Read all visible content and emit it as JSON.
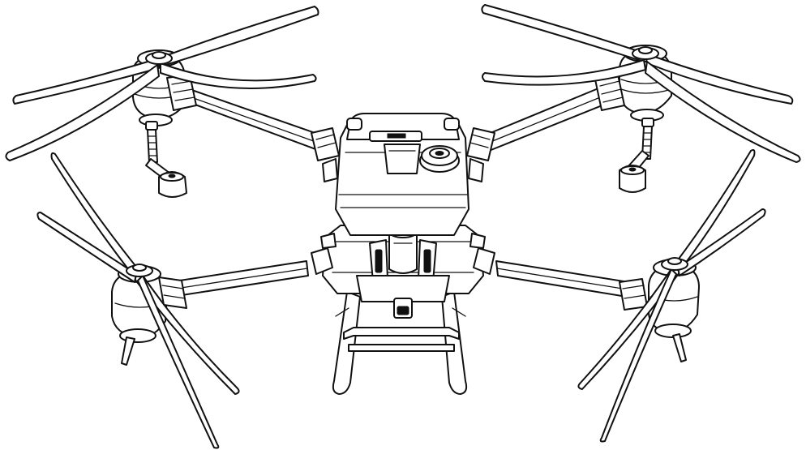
{
  "colors": {
    "line": "#111111",
    "background": "#ffffff"
  },
  "figure": {
    "subject": "agricultural-spray-drone",
    "parts": [
      "propeller-front-left",
      "propeller-front-right",
      "propeller-rear-left",
      "propeller-rear-right",
      "motor-front-left",
      "motor-front-right",
      "motor-rear-left",
      "motor-rear-right",
      "arm-front-left",
      "arm-front-right",
      "arm-rear-left",
      "arm-rear-right",
      "spray-nozzle-left",
      "spray-nozzle-right",
      "spray-tank",
      "tank-lid",
      "fuselage",
      "center-module",
      "camera",
      "landing-gear"
    ]
  }
}
